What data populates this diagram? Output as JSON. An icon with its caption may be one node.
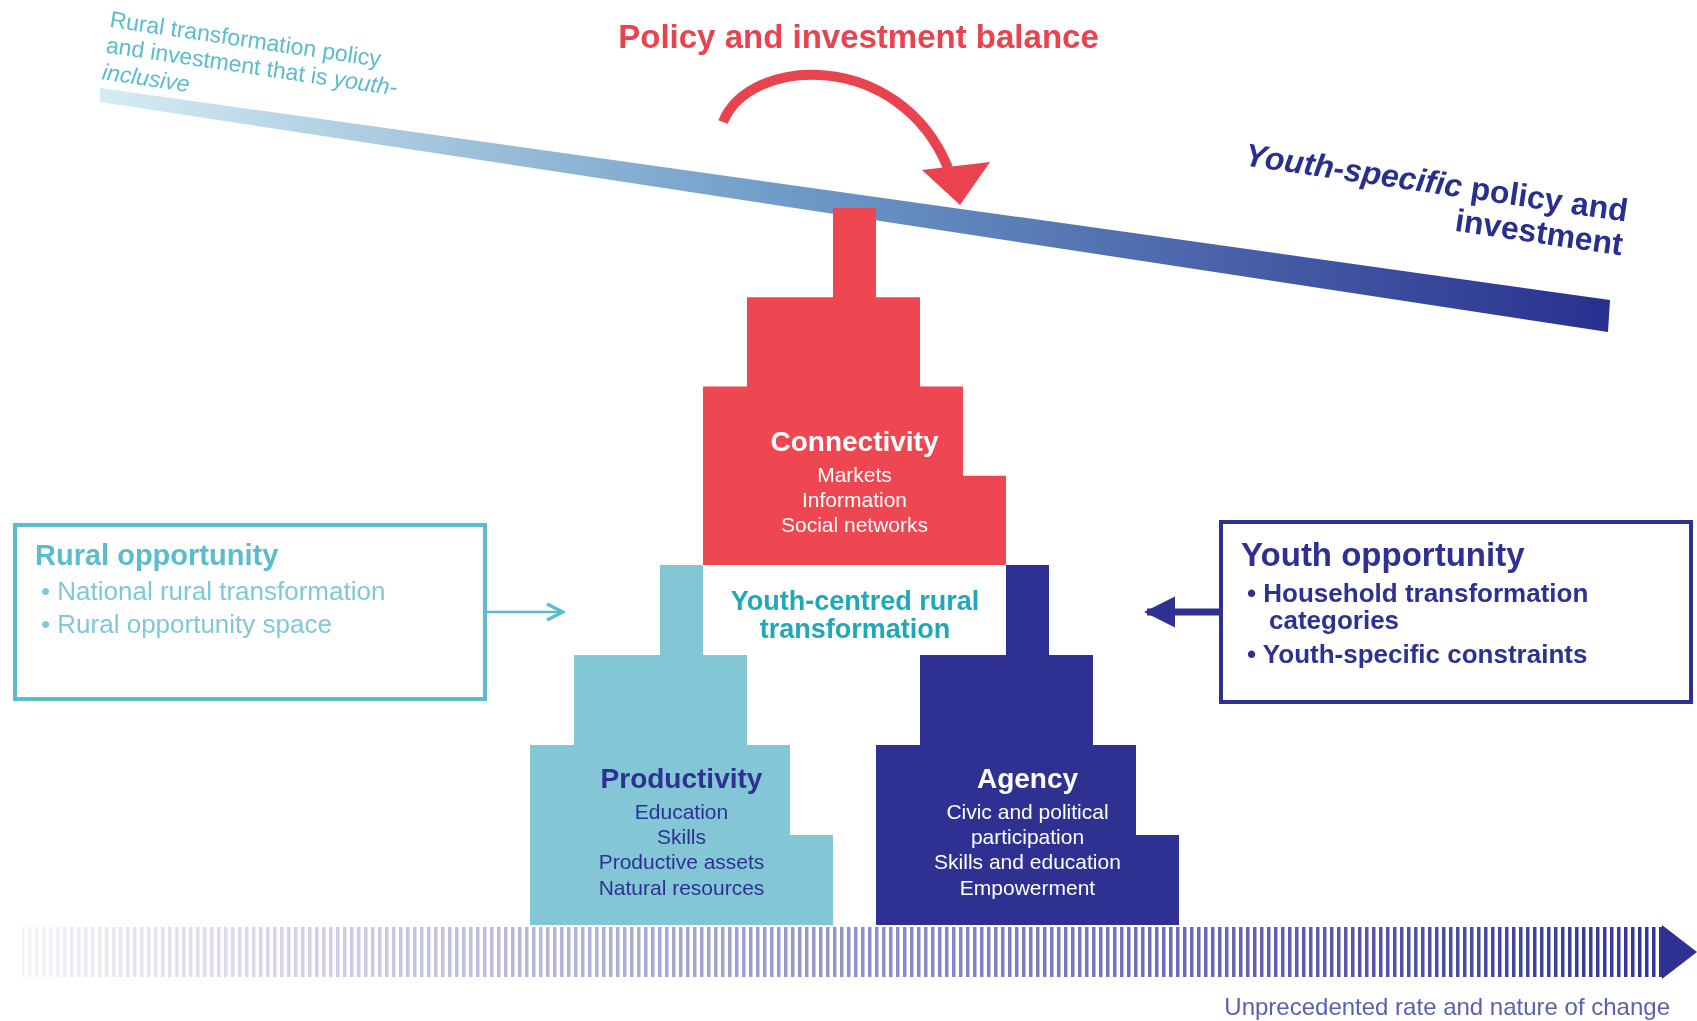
{
  "diagram": {
    "title": "Policy and investment balance",
    "nodes": [
      {
        "text": [
          "Rural opportunity",
          "• National rural transformation",
          "• Rural opportunity space"
        ]
      },
      {
        "text": [
          "Youth opportunity",
          "• Household transformation categories",
          "• Youth-specific constraints"
        ]
      },
      {
        "text": [
          "Youth-centred rural transformation"
        ]
      },
      {
        "text": [
          "Connectivity",
          "Markets",
          "Information",
          "Social networks"
        ]
      },
      {
        "text": [
          "Productivity",
          "Education",
          "Skills",
          "Productive assets",
          "Natural resources"
        ]
      },
      {
        "text": [
          "Agency",
          "Civic and political participation",
          "Skills and education",
          "Empowerment"
        ]
      }
    ],
    "edges": [
      {
        "from": 0,
        "to": null,
        "arrow": "to",
        "color": "#5bbccc"
      },
      {
        "from": 1,
        "to": null,
        "arrow": "to",
        "style": "thick",
        "color": "#2e3192"
      }
    ],
    "labels": [
      "Rural transformation policy and investment that is *youth-inclusive*",
      "*Youth-specific* policy and investment",
      "Unprecedented rate and nature of change"
    ]
  }
}
